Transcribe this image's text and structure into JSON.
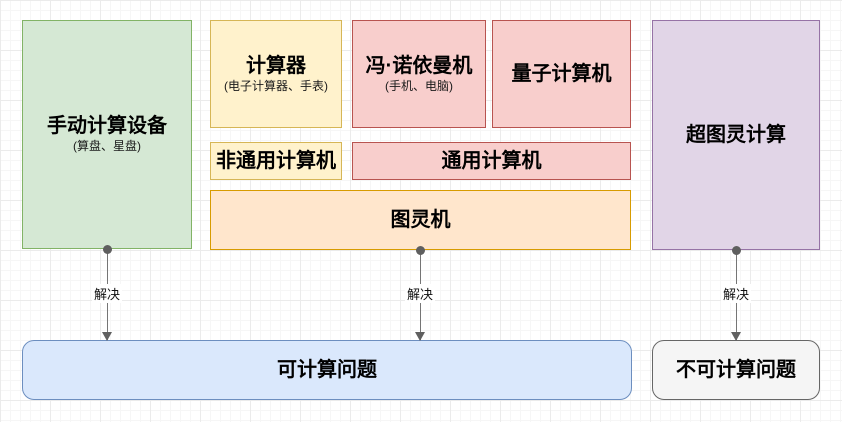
{
  "diagram": {
    "title": "computability-diagram",
    "nodes": {
      "manual": {
        "label": "手动计算设备",
        "sublabel": "(算盘、星盘)"
      },
      "calculator": {
        "label": "计算器",
        "sublabel": "(电子计算器、手表)"
      },
      "von_neumann": {
        "label": "冯·诺依曼机",
        "sublabel": "(手机、电脑)"
      },
      "quantum": {
        "label": "量子计算机"
      },
      "non_general": {
        "label": "非通用计算机"
      },
      "general": {
        "label": "通用计算机"
      },
      "turing": {
        "label": "图灵机"
      },
      "super_turing": {
        "label": "超图灵计算"
      },
      "computable": {
        "label": "可计算问题"
      },
      "uncomputable": {
        "label": "不可计算问题"
      }
    },
    "edges": [
      {
        "from": "manual",
        "to": "computable",
        "label": "解决"
      },
      {
        "from": "turing",
        "to": "computable",
        "label": "解决"
      },
      {
        "from": "super_turing",
        "to": "uncomputable",
        "label": "解决"
      }
    ],
    "palette": {
      "green_fill": "#d5e8d4",
      "green_stroke": "#82b366",
      "yellow_fill": "#fff2cc",
      "yellow_stroke": "#d6b656",
      "red_fill": "#f8cecc",
      "red_stroke": "#b85450",
      "orange_fill": "#ffe6cc",
      "orange_stroke": "#d79b00",
      "purple_fill": "#e1d5e7",
      "purple_stroke": "#9673a6",
      "blue_fill": "#dae8fc",
      "blue_stroke": "#6c8ebf",
      "gray_fill": "#f5f5f5",
      "gray_stroke": "#666666",
      "edge_color": "#5f5f5f"
    }
  }
}
